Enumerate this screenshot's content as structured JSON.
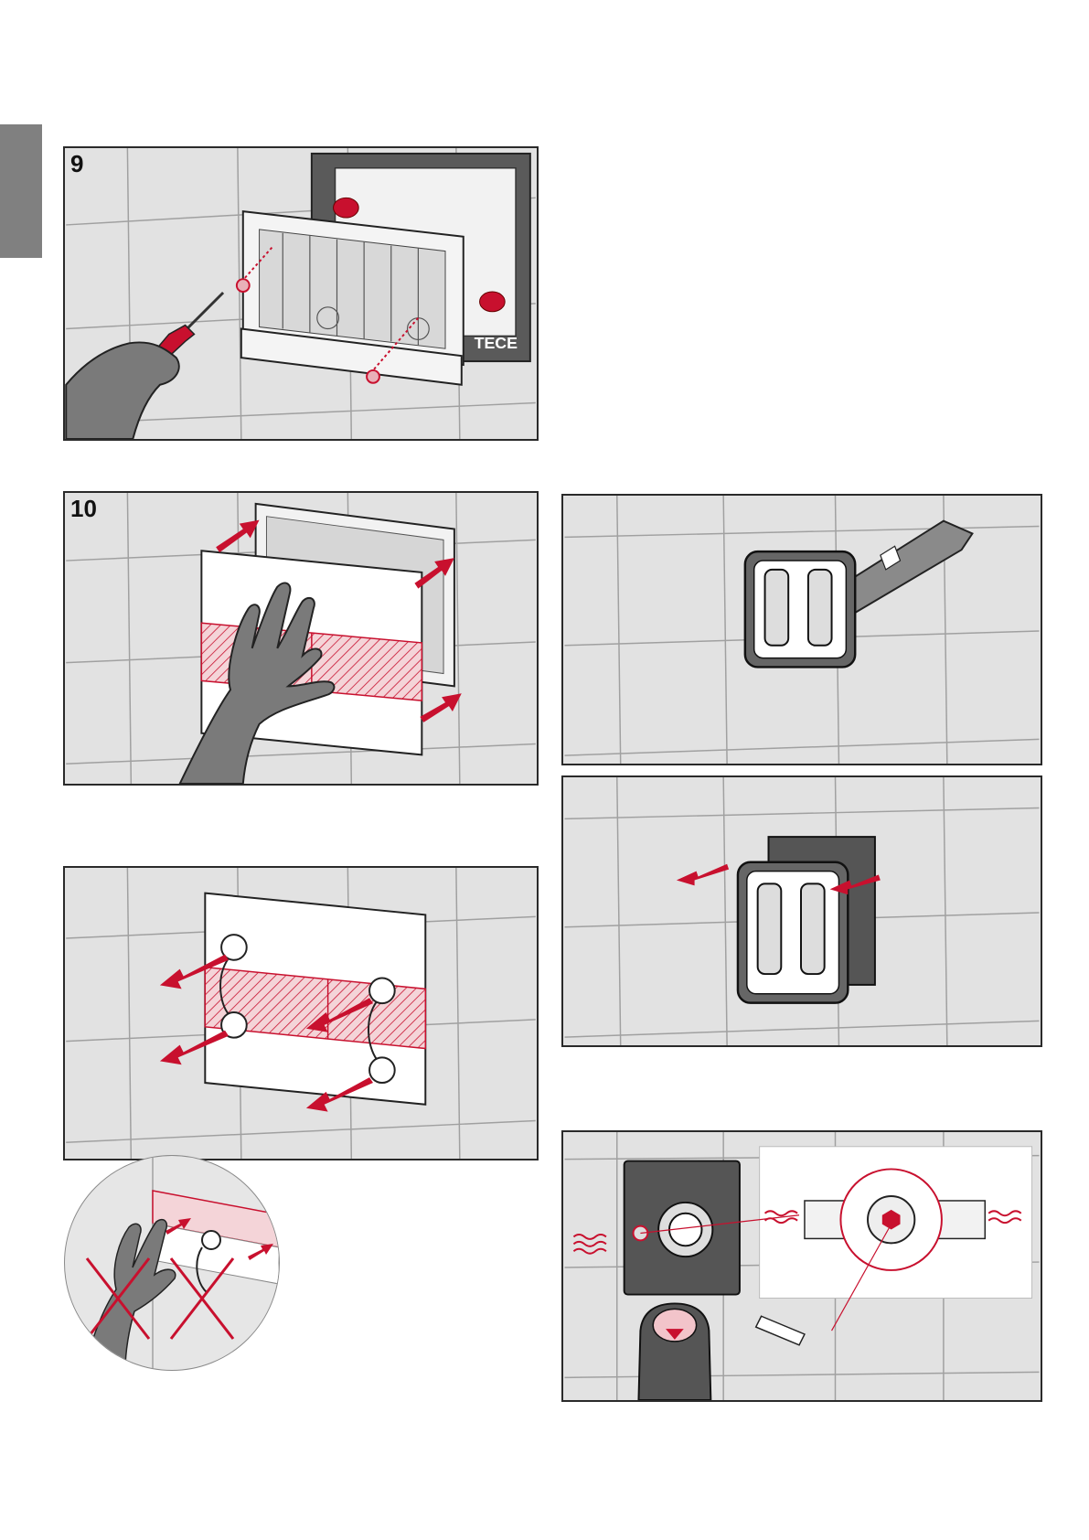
{
  "steps": {
    "step9": {
      "number": "9"
    },
    "step10": {
      "number": "10"
    }
  },
  "logos": {
    "frame_brand": "TECE"
  },
  "colors": {
    "accent_red": "#c8102e",
    "tile_gray": "#e2e2e2",
    "grout": "#9a9a9a",
    "dark_frame": "#4a4a4a"
  },
  "icons": [
    "screwdriver-icon",
    "hand-icon",
    "arrow-icon",
    "cutter-knife-icon",
    "cross-icon",
    "heat-waves-icon"
  ]
}
